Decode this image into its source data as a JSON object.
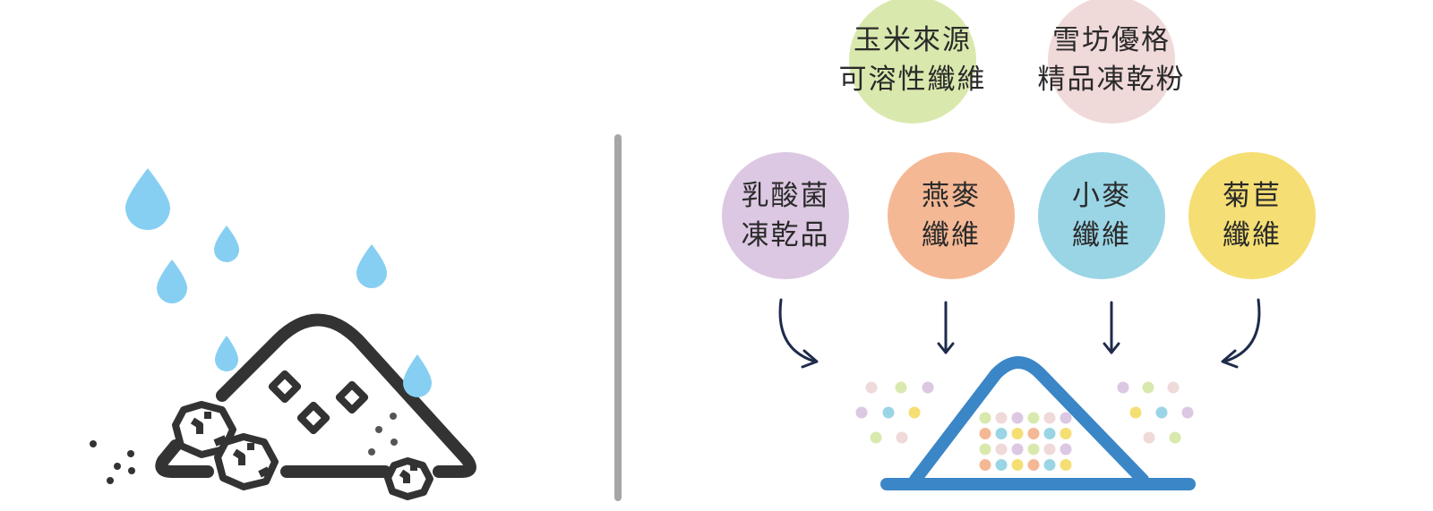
{
  "top_circles": [
    {
      "lines": [
        "玉米來源",
        "可溶性纖維"
      ],
      "color": "#d9e9ae"
    },
    {
      "lines": [
        "雪坊優格",
        "精品凍乾粉"
      ],
      "color": "#f0d9d9"
    }
  ],
  "ingredient_circles": [
    {
      "lines": [
        "乳酸菌",
        "凍乾品"
      ],
      "color": "#dcc8e2"
    },
    {
      "lines": [
        "燕麥",
        "纖維"
      ],
      "color": "#f5b895"
    },
    {
      "lines": [
        "小麥",
        "纖維"
      ],
      "color": "#9ad5e6"
    },
    {
      "lines": [
        "菊苣",
        "纖維"
      ],
      "color": "#f5df74"
    }
  ],
  "colors": {
    "water": "#86cff2",
    "pile": "#333333",
    "divider": "#a6a6a6",
    "arrow": "#1e2b4b",
    "mound": "#3a86c6"
  }
}
